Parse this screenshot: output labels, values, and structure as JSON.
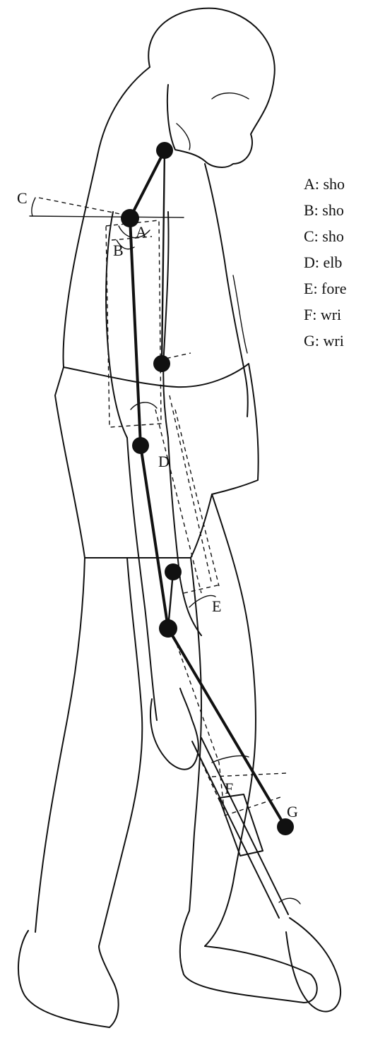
{
  "angle_labels": {
    "a": "A",
    "b": "B",
    "c": "C",
    "d": "D",
    "e": "E",
    "f": "F",
    "g": "G"
  },
  "legend": [
    "A: sho",
    "B: sho",
    "C: sho",
    "D: elb",
    "E: fore",
    "F: wri",
    "G: wri"
  ]
}
